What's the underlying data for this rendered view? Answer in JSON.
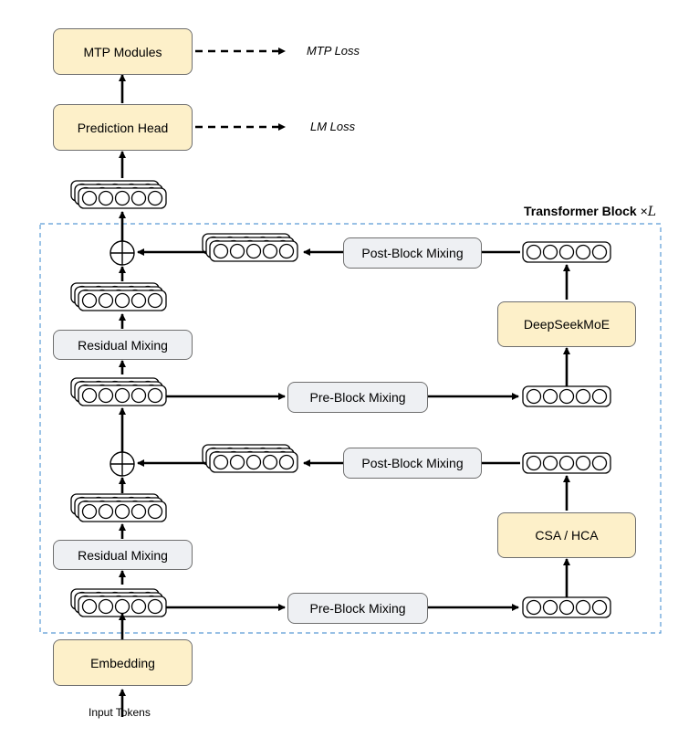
{
  "title": "Transformer Block",
  "title_suffix": "×",
  "title_var": "L",
  "mtp_modules": "MTP Modules",
  "prediction_head": "Prediction Head",
  "mtp_loss": "MTP Loss",
  "lm_loss": "LM Loss",
  "embedding": "Embedding",
  "input_tokens": "Input Tokens",
  "residual_mixing_top": "Residual Mixing",
  "residual_mixing_bottom": "Residual Mixing",
  "pre_block_mixing_top": "Pre-Block Mixing",
  "pre_block_mixing_bottom": "Pre-Block Mixing",
  "post_block_mixing_top": "Post-Block Mixing",
  "post_block_mixing_bottom": "Post-Block Mixing",
  "deepseek_moe": "DeepSeekMoE",
  "csa_hca": "CSA / HCA",
  "colors": {
    "module_fill": "#fdf0c9",
    "mixing_fill": "#eef0f3",
    "border": "#6f6f6f",
    "dashed_frame": "#5a9bd5"
  }
}
